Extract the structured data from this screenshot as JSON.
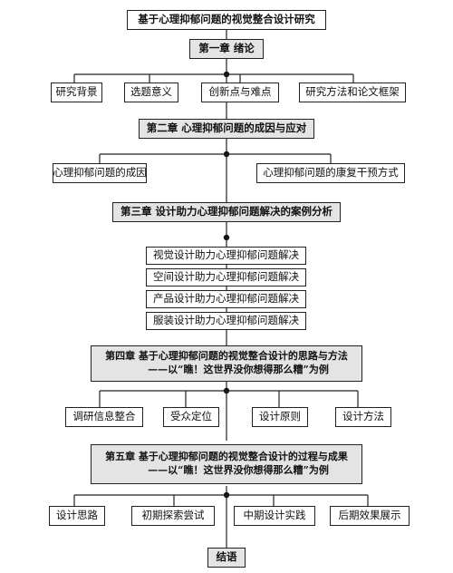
{
  "title": "基于心理抑郁问题的视觉整合设计研究",
  "chapters": [
    {
      "heading": "第一章  绪论",
      "items": [
        "研究背景",
        "选题意义",
        "创新点与难点",
        "研究方法和论文框架"
      ]
    },
    {
      "heading": "第二章  心理抑郁问题的成因与应对",
      "items": [
        "心理抑郁问题的成因",
        "心理抑郁问题的康复干预方式"
      ]
    },
    {
      "heading": "第三章  设计助力心理抑郁问题解决的案例分析",
      "items": [
        "视觉设计助力心理抑郁问题解决",
        "空间设计助力心理抑郁问题解决",
        "产品设计助力心理抑郁问题解决",
        "服装设计助力心理抑郁问题解决"
      ]
    },
    {
      "heading_line1": "第四章  基于心理抑郁问题的视觉整合设计的思路与方法",
      "heading_line2": "——以“瞧！这世界没你想得那么糟”为例",
      "items": [
        "调研信息整合",
        "受众定位",
        "设计原则",
        "设计方法"
      ]
    },
    {
      "heading_line1": "第五章  基于心理抑郁问题的视觉整合设计的过程与成果",
      "heading_line2": "——以“瞧！这世界没你想得那么糟”为例",
      "items": [
        "设计思路",
        "初期探索尝试",
        "中期设计实践",
        "后期效果展示"
      ]
    }
  ],
  "conclusion": "结语"
}
